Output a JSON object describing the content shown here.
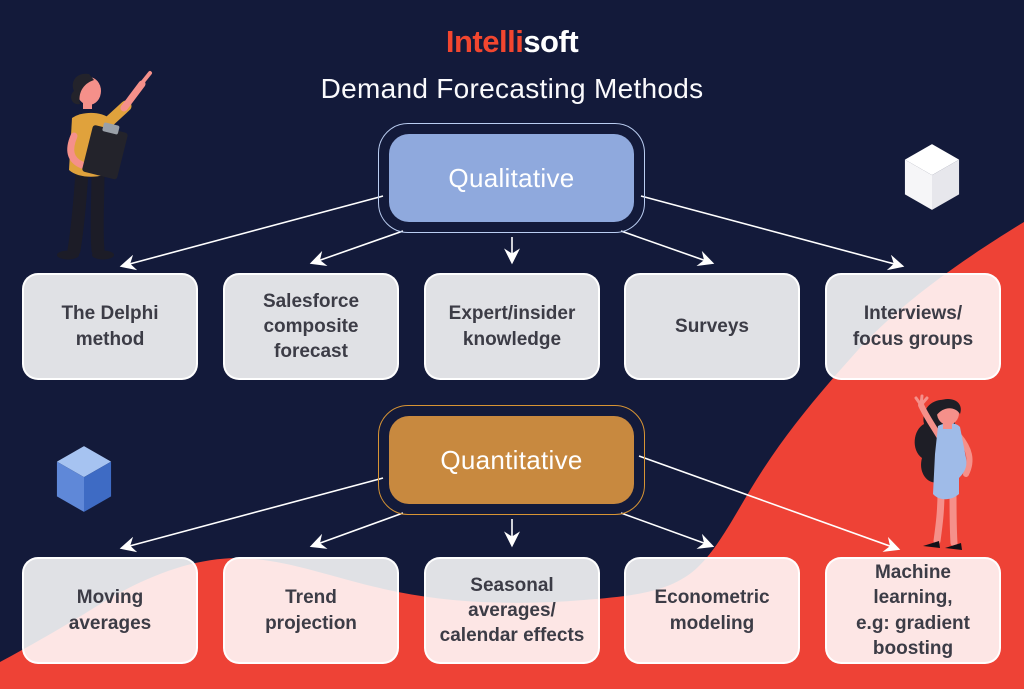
{
  "colors": {
    "navy": "#131A3A",
    "red": "#EE4236",
    "logo-red": "#F2462F",
    "box-text": "#3C3C46",
    "qual-fill": "#8FA9DD",
    "qual-border": "#BACDF1",
    "quant-fill": "#C8893F",
    "quant-border": "#D79434"
  },
  "header": {
    "logo_primary": "Intelli",
    "logo_secondary": "soft",
    "title": "Demand Forecasting Methods"
  },
  "qualitative": {
    "label": "Qualitative",
    "children": [
      "The Delphi\nmethod",
      "Salesforce\ncomposite\nforecast",
      "Expert/insider\nknowledge",
      "Surveys",
      "Interviews/\nfocus groups"
    ]
  },
  "quantitative": {
    "label": "Quantitative",
    "children": [
      "Moving\naverages",
      "Trend\nprojection",
      "Seasonal\naverages/\ncalendar effects",
      "Econometric\nmodeling",
      "Machine\nlearning,\ne.g: gradient\nboosting"
    ]
  },
  "decorations": {
    "shapes": [
      "red-wave",
      "white-cube",
      "blue-cube"
    ],
    "illustrations": [
      "man-pointing-with-clipboard",
      "woman-waving"
    ]
  }
}
